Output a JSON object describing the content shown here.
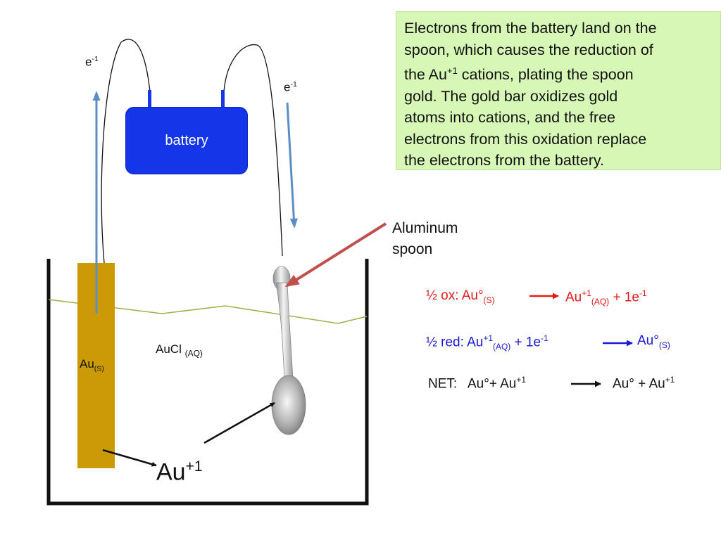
{
  "callout": {
    "lines": [
      "Electrons from the battery land on the",
      "spoon, which causes the reduction of",
      "the Au",
      "gold.  The gold bar oxidizes gold",
      "atoms into cations, and the free",
      "electrons from this oxidation replace",
      "the electrons from the battery."
    ],
    "line3_sup": "+1",
    "line3_rest": " cations, plating the spoon"
  },
  "battery_label": "battery",
  "electron_left": {
    "base": "e",
    "sup": "-1"
  },
  "electron_right": {
    "base": "e",
    "sup": "-1"
  },
  "spoon_label": {
    "line1": "Aluminum",
    "line2": "spoon"
  },
  "solution_label": {
    "base": "AuCl",
    "sub": "(AQ)"
  },
  "bar_label": {
    "base": "Au",
    "sub": "(S)"
  },
  "ion_label": {
    "base": "Au",
    "sup": "+1"
  },
  "equations": {
    "ox": {
      "prefix": "½ ox: Au°",
      "prefix_sub": "(S)",
      "product": "Au",
      "product_sup": "+1",
      "product_sub": "(AQ)",
      "tail": " + 1e",
      "tail_sup": "-1"
    },
    "red": {
      "prefix": "½ red: Au",
      "prefix_sup": "+1",
      "prefix_sub": "(AQ)",
      "mid": " + 1e",
      "mid_sup": "-1",
      "product": "Au°",
      "product_sub": "(S)"
    },
    "net": {
      "prefix": "NET:   Au°+ Au",
      "prefix_sup": "+1",
      "product": "Au° + Au",
      "product_sup": "+1"
    }
  },
  "colors": {
    "ox": "#e31b1b",
    "red": "#1a1ad6",
    "callout_bg": "#d7f7b6",
    "battery": "#1436e8",
    "gold_bar": "#cc9a06",
    "electron_arrow": "#5b8ec7",
    "spoon_arrow": "#c0504d"
  }
}
